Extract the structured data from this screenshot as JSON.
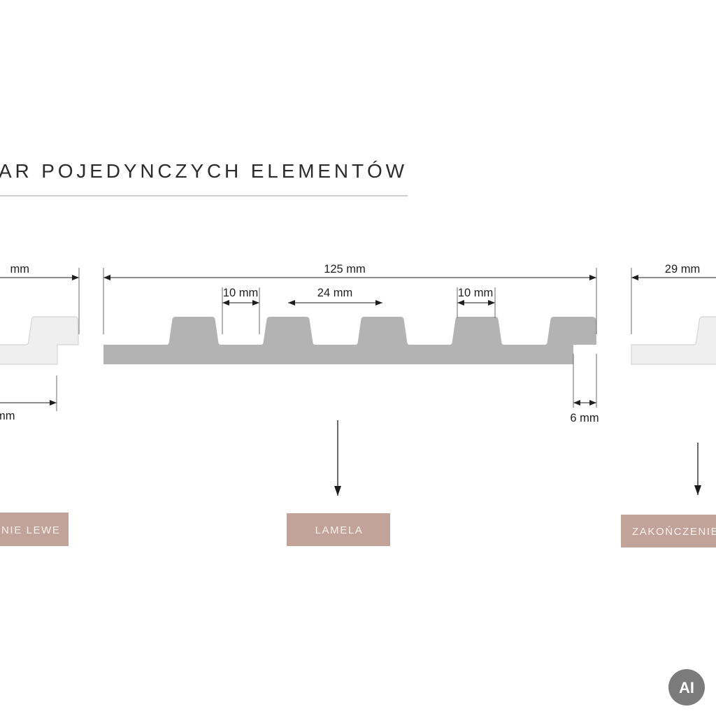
{
  "title": "AR POJEDYNCZYCH ELEMENTÓW",
  "dimensions": {
    "left_width": "mm",
    "left_offset": "mm",
    "lamela_width": "125 mm",
    "groove_width": "10 mm",
    "pitch": "24 mm",
    "rib_top_width": "10 mm",
    "tongue": "6 mm",
    "right_width": "29 mm"
  },
  "labels": {
    "left_end": "NIE LEWE",
    "lamela": "LAMELA",
    "right_end": "ZAKOŃCZENIE"
  },
  "badge": {
    "text": "AI"
  },
  "colors": {
    "lamela_fill": "#b3b3b3",
    "end_piece_fill": "#efefef",
    "label_bg": "#c1a39a",
    "label_text": "#f8f1ed",
    "badge_bg": "#7b7b7b",
    "badge_text": "#ffffff",
    "title_rule": "#cccccc"
  }
}
